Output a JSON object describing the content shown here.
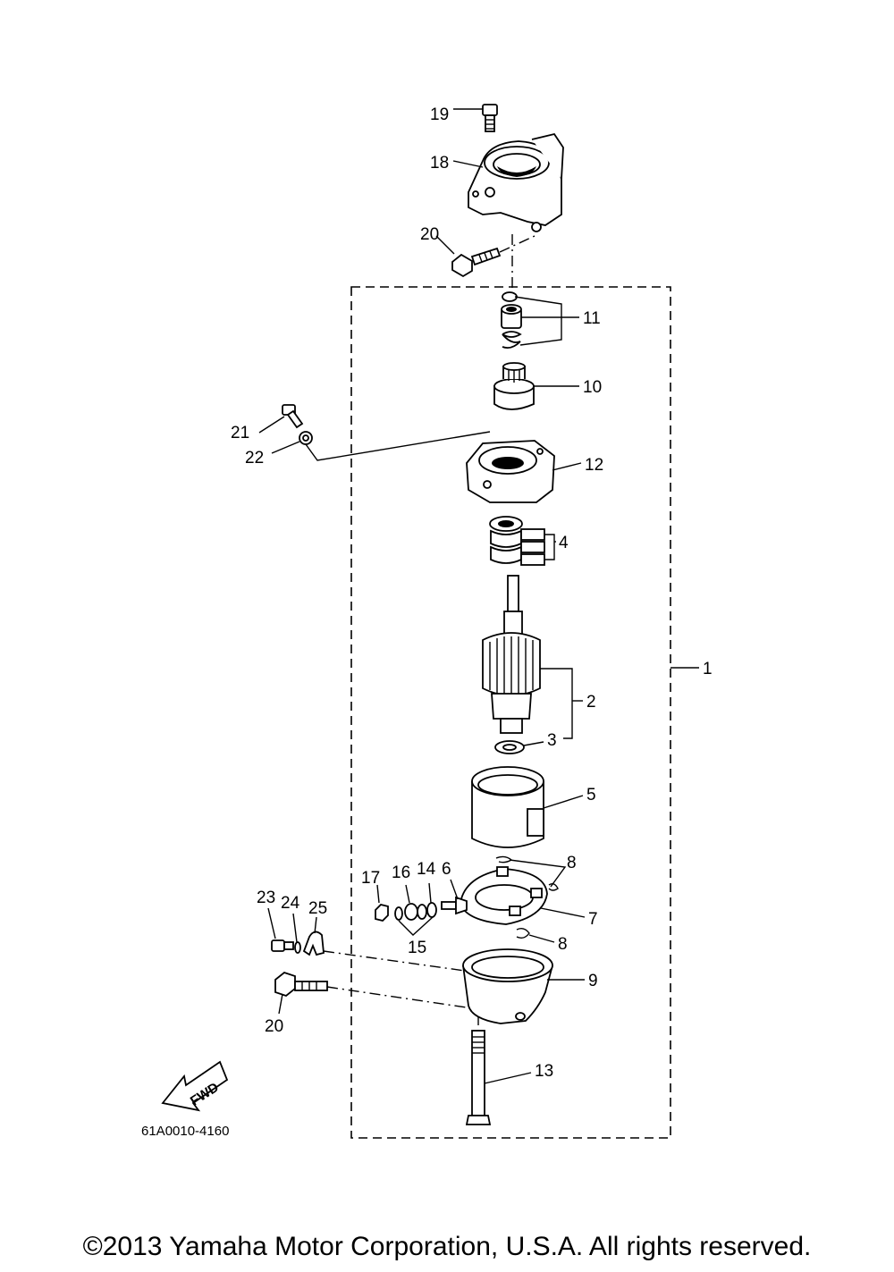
{
  "diagram_code": "61A0010-4160",
  "fwd_label": "FWD",
  "copyright": "©2013 Yamaha Motor Corporation, U.S.A. All rights reserved.",
  "callouts": {
    "c1": "1",
    "c2": "2",
    "c3": "3",
    "c4": "4",
    "c5": "5",
    "c6": "6",
    "c7": "7",
    "c8a": "8",
    "c8b": "8",
    "c9": "9",
    "c10": "10",
    "c11": "11",
    "c12": "12",
    "c13": "13",
    "c14": "14",
    "c15": "15",
    "c16": "16",
    "c17": "17",
    "c18": "18",
    "c19": "19",
    "c20a": "20",
    "c20b": "20",
    "c21": "21",
    "c22": "22",
    "c23": "23",
    "c24": "24",
    "c25": "25"
  }
}
